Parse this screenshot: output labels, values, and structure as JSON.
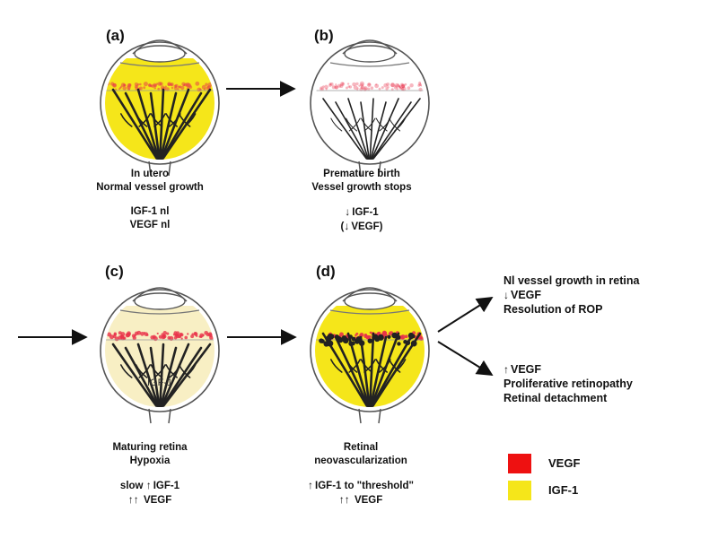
{
  "panels": {
    "a": {
      "label": "(a)",
      "caption": [
        "In utero",
        "Normal vessel growth"
      ],
      "levels": [
        "IGF-1 nl",
        "VEGF nl"
      ]
    },
    "b": {
      "label": "(b)",
      "caption": [
        "Premature birth",
        "Vessel growth stops"
      ],
      "levels": [
        "IGF-1",
        "VEGF)"
      ],
      "levels_prefix": [
        "",
        "("
      ]
    },
    "c": {
      "label": "(c)",
      "caption": [
        "Maturing retina",
        "Hypoxia"
      ],
      "levels_prefix": [
        "slow",
        ""
      ],
      "levels": [
        "IGF-1",
        "VEGF"
      ],
      "eye_text": "IGF-1"
    },
    "d": {
      "label": "(d)",
      "caption": [
        "Retinal",
        "neovascularization"
      ],
      "levels": [
        "IGF-1 to \"threshold\"",
        "VEGF"
      ]
    }
  },
  "outcomes": {
    "good": [
      "Nl vessel growth in retina",
      "VEGF",
      "Resolution of ROP"
    ],
    "bad": [
      "VEGF",
      "Proliferative retinopathy",
      "Retinal detachment"
    ]
  },
  "legend": {
    "items": [
      {
        "label": "VEGF",
        "color": "#ee1111"
      },
      {
        "label": "IGF-1",
        "color": "#f5e61a"
      }
    ]
  },
  "colors": {
    "igf_strong": "#f5e61a",
    "igf_pale": "#f8efc4",
    "vegf": "#e8324a",
    "vessel": "#222222"
  }
}
